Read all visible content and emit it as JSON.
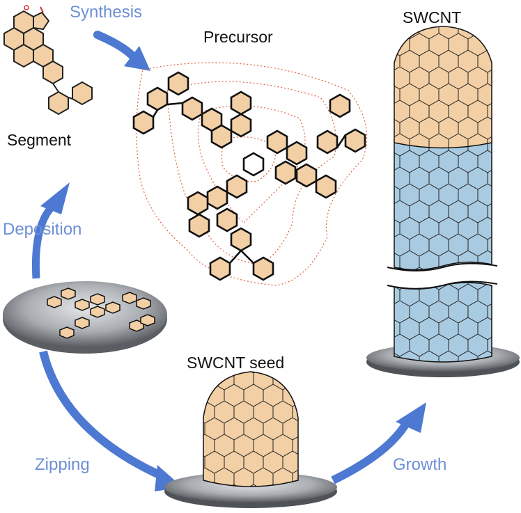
{
  "labels": {
    "synthesis": "Synthesis",
    "precursor": "Precursor",
    "swcnt": "SWCNT",
    "segment": "Segment",
    "deposition": "Deposition",
    "swcnt_seed": "SWCNT seed",
    "zipping": "Zipping",
    "growth": "Growth",
    "oxygen": "O"
  },
  "colors": {
    "ring_fill": "#f2cfa4",
    "tube_blue": "#a9cbe2",
    "arrow_blue": "#4d79d2",
    "label_blue": "#6d8fd6",
    "dotted_red": "#e0603a",
    "disk_gray": "#8a8e93"
  }
}
